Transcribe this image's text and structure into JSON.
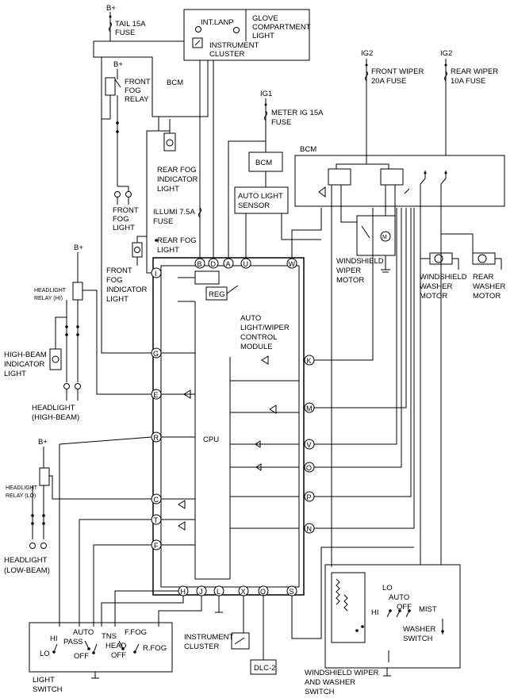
{
  "labels": {
    "b_plus": "B+",
    "tail_fuse_1": "TAIL 15A",
    "tail_fuse_2": "FUSE",
    "int_lamp": "INT.LANP",
    "glove_1": "GLOVE",
    "glove_2": "COMPARTMENT",
    "glove_3": "LIGHT",
    "instr_1": "INSTRUMENT",
    "instr_2": "CLUSTER",
    "bcm": "BCM",
    "front_fog_relay_1": "FRONT",
    "front_fog_relay_2": "FOG",
    "front_fog_relay_3": "RELAY",
    "ig1": "IG1",
    "meter_fuse_1": "METER IG 15A",
    "meter_fuse_2": "FUSE",
    "ig2": "IG2",
    "front_wiper_fuse_1": "FRONT WIPER",
    "front_wiper_fuse_2": "20A FUSE",
    "rear_wiper_fuse_1": "REAR WIPER",
    "rear_wiper_fuse_2": "10A FUSE",
    "rear_fog_ind_1": "REAR FOG",
    "rear_fog_ind_2": "INDICATOR",
    "rear_fog_ind_3": "LIGHT",
    "front_fog_light_1": "FRONT",
    "front_fog_light_2": "FOG",
    "front_fog_light_3": "LIGHT",
    "illumi_1": "ILLUMI 7.5A",
    "illumi_2": "FUSE",
    "rear_fog_light_1": "REAR FOG",
    "rear_fog_light_2": "LIGHT",
    "auto_light_sensor_1": "AUTO LIGHT",
    "auto_light_sensor_2": "SENSOR",
    "ws_wiper_motor_1": "WINDSHIELD",
    "ws_wiper_motor_2": "WIPER",
    "ws_wiper_motor_3": "MOTOR",
    "ws_washer_motor_1": "WINDSHIELD",
    "ws_washer_motor_2": "WASHER",
    "ws_washer_motor_3": "MOTOR",
    "rear_washer_motor_1": "REAR",
    "rear_washer_motor_2": "WASHER",
    "rear_washer_motor_3": "MOTOR",
    "front_fog_ind_1": "FRONT",
    "front_fog_ind_2": "FOG",
    "front_fog_ind_3": "INDICATOR",
    "front_fog_ind_4": "LIGHT",
    "hl_relay_hi_1": "HEADLIGHT",
    "hl_relay_hi_2": "RELAY (HI)",
    "high_beam_ind_1": "HIGH-BEAM",
    "high_beam_ind_2": "INDICATOR",
    "high_beam_ind_3": "LIGHT",
    "hl_high_1": "HEADLIGHT",
    "hl_high_2": "(HIGH-BEAM)",
    "hl_relay_lo_1": "HEADLIGHT",
    "hl_relay_lo_2": "RELAY (LO)",
    "hl_low_1": "HEADLIGHT",
    "hl_low_2": "(LOW-BEAM)",
    "reg": "REG",
    "module_1": "AUTO",
    "module_2": "LIGHT/WIPER",
    "module_3": "CONTROL",
    "module_4": "MODULE",
    "cpu": "CPU",
    "dlc": "DLC-2",
    "instr_cluster_1": "INSTRUMENT",
    "instr_cluster_2": "CLUSTER",
    "ls_hi": "HI",
    "ls_auto": "AUTO",
    "ls_pass": "PASS",
    "ls_tns": "TNS",
    "ls_ffog": "F.FOG",
    "ls_lo": "LO",
    "ls_off": "OFF",
    "ls_head": "HEAD",
    "ls_off2": "OFF",
    "ls_rfog": "R.FOG",
    "light_switch_1": "LIGHT",
    "light_switch_2": "SWITCH",
    "ws_lo": "LO",
    "ws_auto": "AUTO",
    "ws_hi": "HI",
    "ws_off": "OFF",
    "ws_mist": "MIST",
    "washer_switch_1": "WASHER",
    "washer_switch_2": "SWITCH",
    "wws_1": "WINDSHIELD WIPER",
    "wws_2": "AND WASHER",
    "wws_3": "SWITCH"
  },
  "pins": {
    "top": [
      "B",
      "D",
      "A",
      "U",
      "W"
    ],
    "left": [
      "I",
      "G",
      "E",
      "R",
      "C",
      "T",
      "F"
    ],
    "right": [
      "K",
      "M",
      "V",
      "O",
      "P",
      "N"
    ],
    "bottom": [
      "H",
      "J",
      "L",
      "X",
      "Q",
      "S"
    ]
  }
}
